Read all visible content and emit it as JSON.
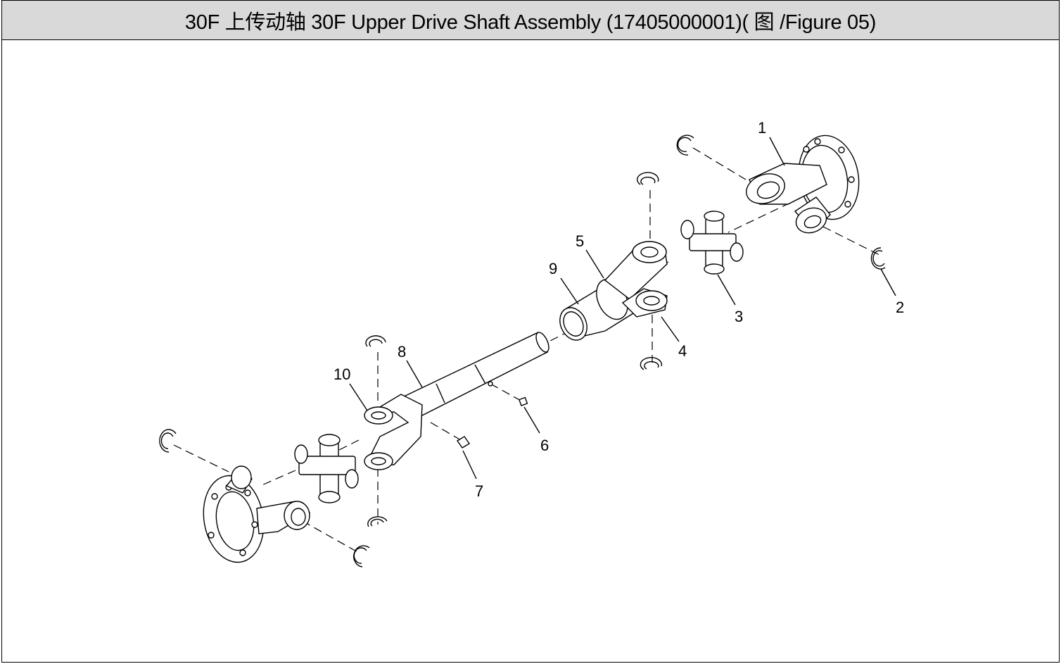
{
  "title": "30F  上传动轴 30F Upper Drive Shaft Assembly (17405000001)(  图  /Figure 05)",
  "callouts": [
    {
      "id": "callout-1",
      "text": "1"
    },
    {
      "id": "callout-2",
      "text": "2"
    },
    {
      "id": "callout-3",
      "text": "3"
    },
    {
      "id": "callout-4",
      "text": "4"
    },
    {
      "id": "callout-5",
      "text": "5"
    },
    {
      "id": "callout-6",
      "text": "6"
    },
    {
      "id": "callout-7",
      "text": "7"
    },
    {
      "id": "callout-8",
      "text": "8"
    },
    {
      "id": "callout-9",
      "text": "9"
    },
    {
      "id": "callout-10",
      "text": "10"
    }
  ]
}
